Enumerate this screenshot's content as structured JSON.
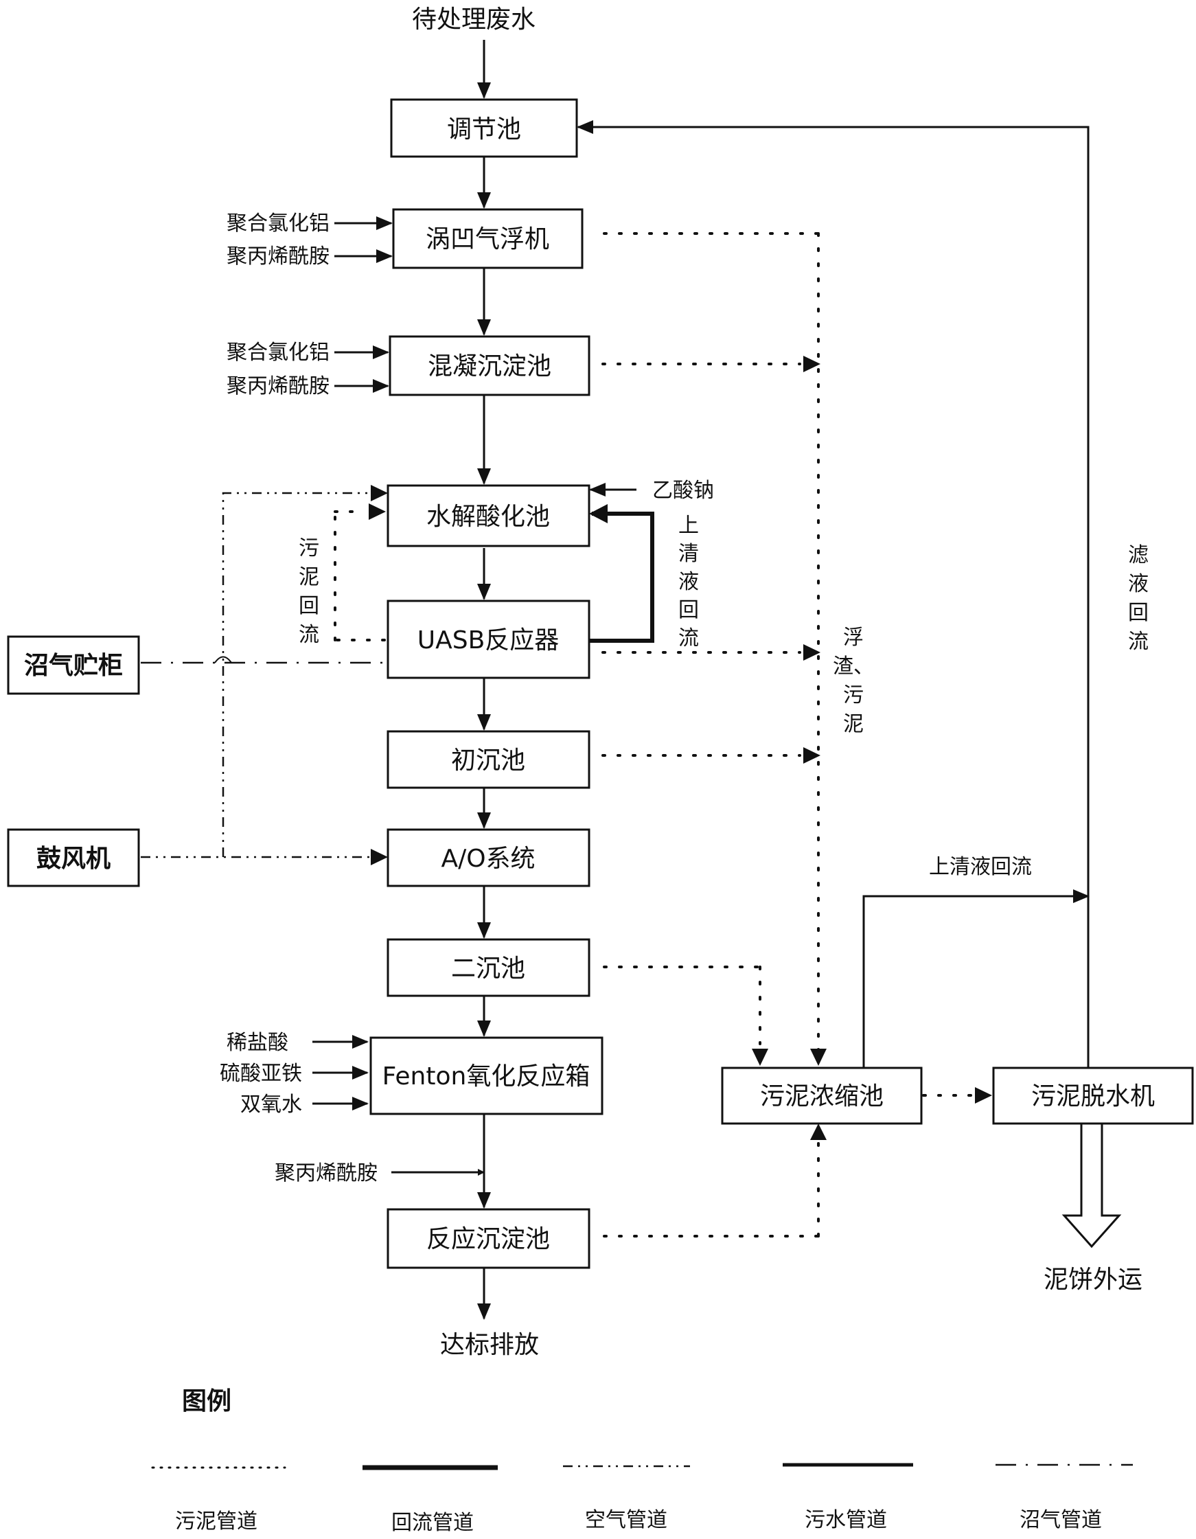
{
  "inputs": {
    "influent": "待处理废水",
    "pac": "聚合氯化铝",
    "pam": "聚丙烯酰胺",
    "sodium_acetate": "乙酸钠",
    "hcl": "稀盐酸",
    "ferrous_sulfate": "硫酸亚铁",
    "h2o2": "双氧水"
  },
  "units": {
    "equalization": "调节池",
    "vortex_flotation": "涡凹气浮机",
    "coag_sedimentation": "混凝沉淀池",
    "hydrolysis": "水解酸化池",
    "uasb": "UASB反应器",
    "primary_clarifier": "初沉池",
    "ao_system": "A/O系统",
    "secondary_clarifier": "二沉池",
    "fenton": "Fenton氧化反应箱",
    "reaction_sedimentation": "反应沉淀池",
    "sludge_thickener": "污泥浓缩池",
    "sludge_dewatering": "污泥脱水机",
    "biogas_holder": "沼气贮柜",
    "blower": "鼓风机"
  },
  "labels": {
    "sludge_return_chars": [
      "污",
      "泥",
      "回",
      "流"
    ],
    "supernatant_return_chars": [
      "上",
      "清",
      "液",
      "回",
      "流"
    ],
    "scum_sludge_chars": [
      "浮",
      "渣、",
      "污",
      "泥"
    ],
    "filtrate_return_chars": [
      "滤",
      "液",
      "回",
      "流"
    ],
    "supernatant_return_h": "上清液回流",
    "discharge": "达标排放",
    "cake_out": "泥饼外运"
  },
  "legend": {
    "title": "图例",
    "items": [
      "污泥管道",
      "回流管道",
      "空气管道",
      "污水管道",
      "沼气管道"
    ]
  }
}
